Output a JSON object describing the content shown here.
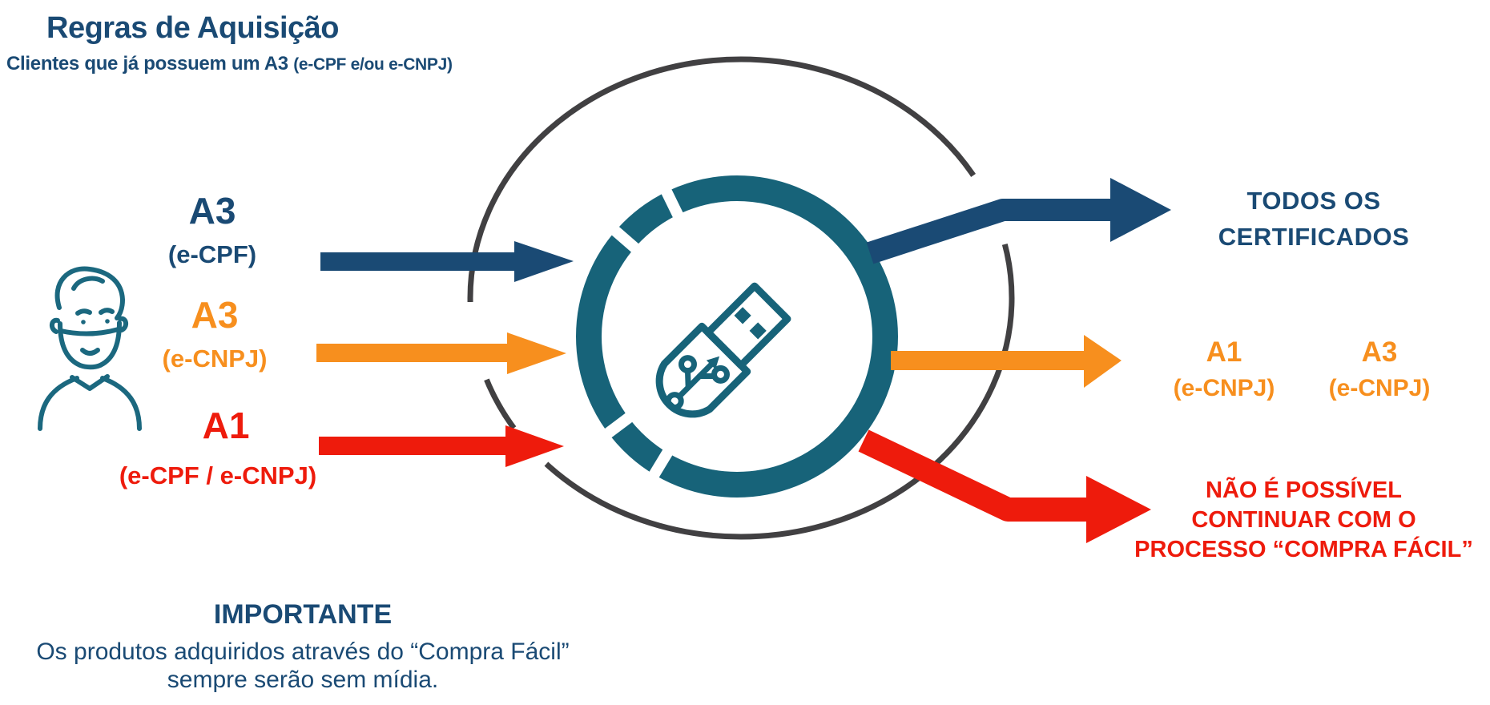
{
  "title": "Regras de Aquisição",
  "subtitle": {
    "main": "Clientes que já possuem um A3",
    "paren": "(e-CPF e/ou e-CNPJ)"
  },
  "source_labels": [
    {
      "code": "A3",
      "detail": "(e-CPF)"
    },
    {
      "code": "A3",
      "detail": "(e-CNPJ)"
    },
    {
      "code": "A1",
      "detail": "(e-CPF / e-CNPJ)"
    }
  ],
  "outcomes": {
    "all_certificates": {
      "line1": "TODOS OS",
      "line2": "CERTIFICADOS"
    },
    "orange_options": [
      {
        "code": "A1",
        "detail": "(e-CNPJ)"
      },
      {
        "code": "A3",
        "detail": "(e-CNPJ)"
      }
    ],
    "not_possible": {
      "line1": "NÃO É POSSÍVEL",
      "line2": "CONTINUAR COM O",
      "line3": "PROCESSO “COMPRA FÁCIL”"
    }
  },
  "footer": {
    "heading": "IMPORTANTE",
    "line1": "Os produtos adquiridos através do “Compra Fácil”",
    "line2": "sempre serão sem mídia."
  },
  "colors": {
    "navy": "#1a4a74",
    "teal_ring": "#176379",
    "orange": "#f78f1e",
    "red": "#ee1b0c",
    "gray_circle": "#414042"
  },
  "icons": {
    "left": "person-icon",
    "center": "usb-drive-icon"
  }
}
